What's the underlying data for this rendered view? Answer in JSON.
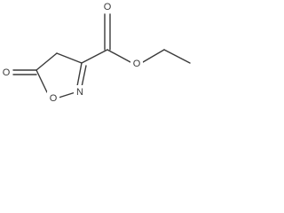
{
  "molecule": {
    "atoms": {
      "carbonyl_o_ring": "O",
      "ring_o": "O",
      "ring_n": "N",
      "ester_carbonyl_o": "O",
      "ester_o": "O"
    }
  },
  "colors": {
    "bond": "#3a3a3a",
    "background": "#ffffff"
  }
}
